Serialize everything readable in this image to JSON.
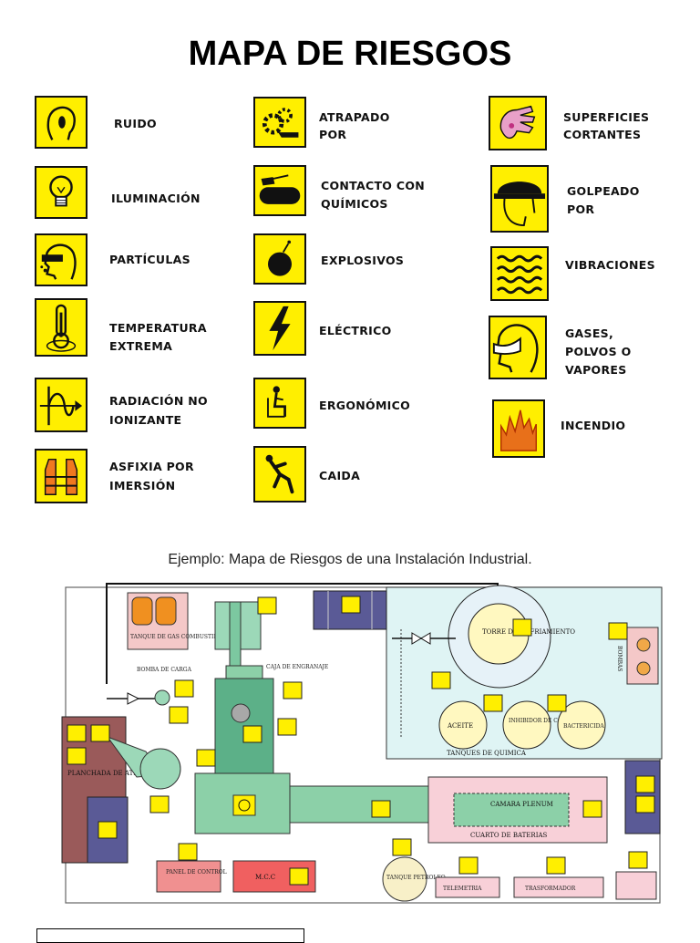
{
  "title": "MAPA DE RIESGOS",
  "legend": [
    {
      "label1": "RUIDO",
      "label2": "",
      "icon": "ear-noise-icon"
    },
    {
      "label1": "ILUMINACIÓN",
      "label2": "",
      "icon": "lightbulb-icon"
    },
    {
      "label1": "PARTÍCULAS",
      "label2": "",
      "icon": "goggles-head-icon"
    },
    {
      "label1": "TEMPERATURA",
      "label2": "EXTREMA",
      "icon": "thermometer-icon"
    },
    {
      "label1": "RADIACIÓN NO",
      "label2": "IONIZANTE",
      "icon": "radiation-wave-icon"
    },
    {
      "label1": "ASFIXIA POR",
      "label2": "IMERSIÓN",
      "icon": "life-vest-icon"
    },
    {
      "label1": "ATRAPADO",
      "label2": "POR",
      "icon": "gears-hand-icon"
    },
    {
      "label1": "CONTACTO CON",
      "label2": "QUÍMICOS",
      "icon": "chemical-tank-icon"
    },
    {
      "label1": "EXPLOSIVOS",
      "label2": "",
      "icon": "bomb-icon"
    },
    {
      "label1": "ELÉCTRICO",
      "label2": "",
      "icon": "lightning-icon"
    },
    {
      "label1": "ERGONÓMICO",
      "label2": "",
      "icon": "seated-person-icon"
    },
    {
      "label1": "CAIDA",
      "label2": "",
      "icon": "falling-person-icon"
    },
    {
      "label1": "SUPERFICIES",
      "label2": "CORTANTES",
      "icon": "cut-hand-icon"
    },
    {
      "label1": "GOLPEADO",
      "label2": "POR",
      "icon": "hard-hat-icon"
    },
    {
      "label1": "VIBRACIONES",
      "label2": "",
      "icon": "vibration-waves-icon"
    },
    {
      "label1": "GASES,",
      "label2": "POLVOS O",
      "label3": "VAPORES",
      "icon": "respirator-mask-icon"
    },
    {
      "label1": "INCENDIO",
      "label2": "",
      "icon": "fire-icon"
    }
  ],
  "plan": {
    "title": "Ejemplo: Mapa de Riesgos de una Instalación Industrial.",
    "labels": {
      "tanque_gas": "TANQUE DE GAS COMBUSTIBLE",
      "bomba": "BOMBA DE CARGA",
      "caja": "CAJA DE ENGRANAJE",
      "torre": "TORRE DE ENFRIAMIENTO",
      "aceite": "ACEITE",
      "inhibidor": "INHIBIDOR DE CORROSION",
      "bactericida": "BACTERICIDA",
      "tanques_quimica": "TANQUES DE QUIMICA",
      "planchada": "PLANCHADA DE ATRAQUE",
      "camara": "CAMARA PLENUM",
      "cuarto": "CUARTO DE BATERIAS",
      "panel": "PANEL DE CONTROL",
      "mcc": "M.C.C",
      "telemetria": "TELEMETRIA",
      "transformador": "TRASFORMADOR",
      "tanque_petroleo": "TANQUE PETROLEO",
      "bombas": "BOMBAS"
    }
  }
}
